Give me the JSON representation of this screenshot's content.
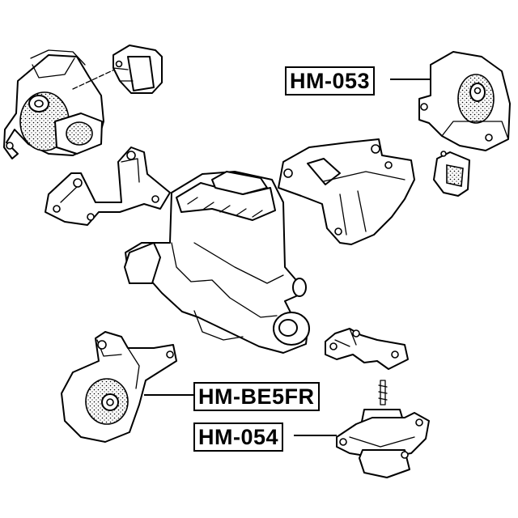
{
  "labels": {
    "hm053": "HM-053",
    "hmbe5fr": "HM-BE5FR",
    "hm054": "HM-054"
  },
  "colors": {
    "line": "#000000",
    "background": "#ffffff"
  }
}
